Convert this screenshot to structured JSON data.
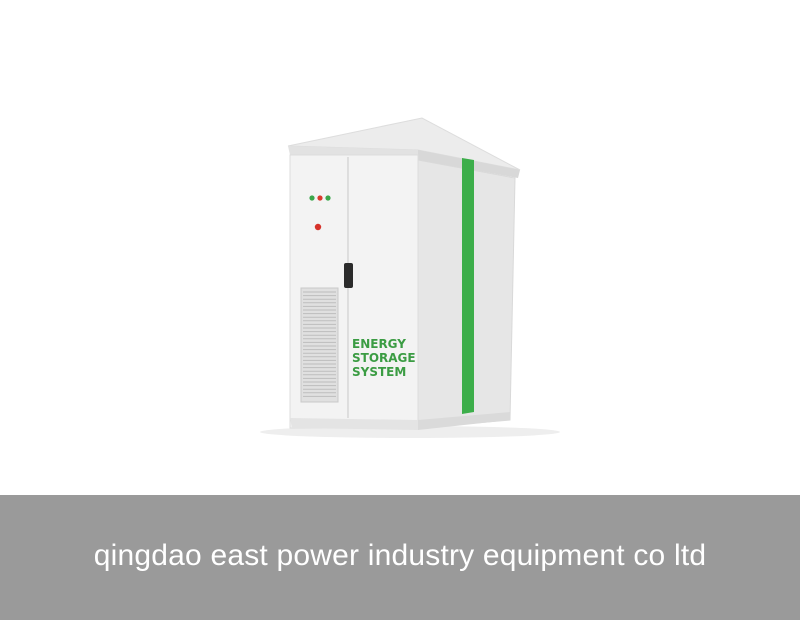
{
  "image": {
    "subject": "cabinet",
    "cabinet_label": [
      "ENERGY",
      "STORAGE",
      "SYSTEM"
    ],
    "colors": {
      "cabinet_body": "#f3f3f3",
      "cabinet_side": "#e6e6e6",
      "accent_stripe": "#3cae4a",
      "label_text": "#3b9c43",
      "indicator_lights": [
        "#3aa64a",
        "#d93a2e",
        "#3aa64a"
      ],
      "alarm_button": "#d6322a"
    }
  },
  "caption": {
    "text": "qingdao east power industry equipment co ltd",
    "background": "#9a9a9a",
    "color": "#ffffff"
  }
}
